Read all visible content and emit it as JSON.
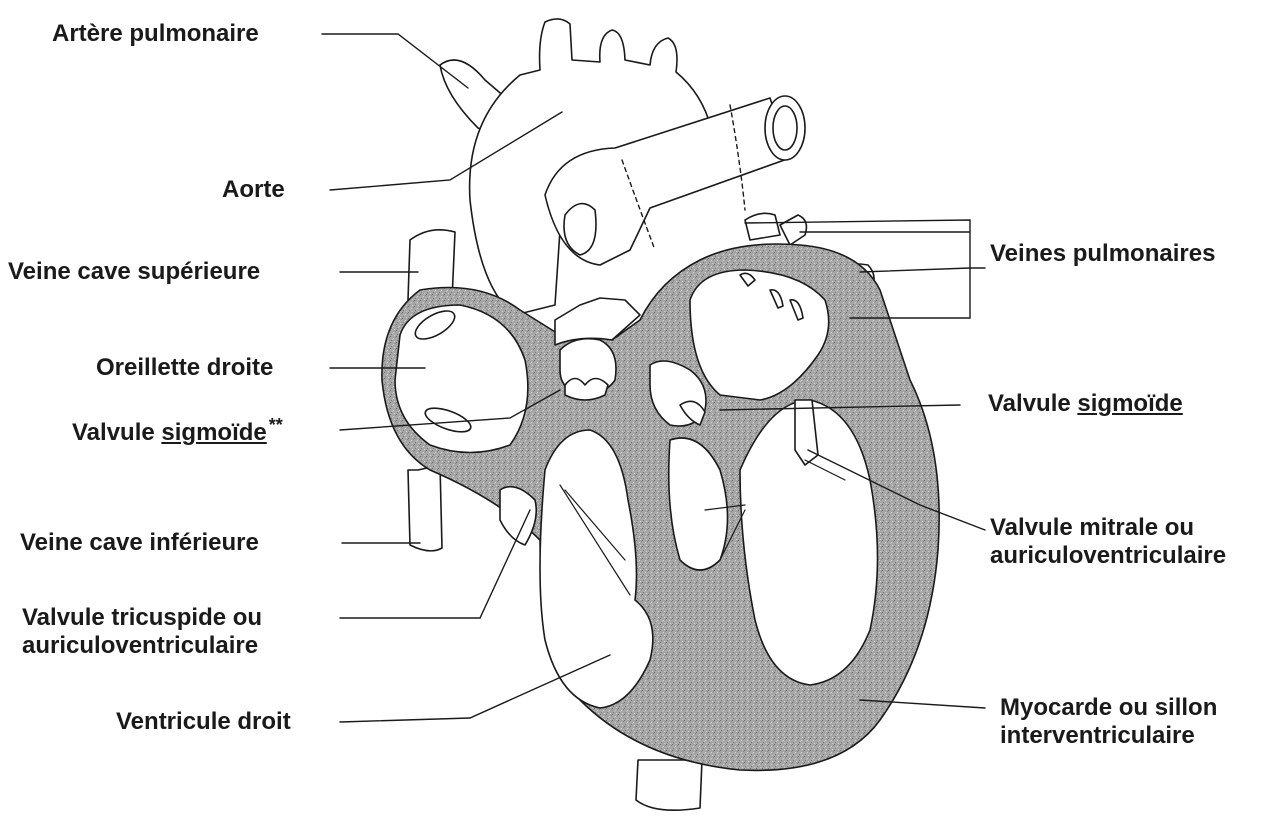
{
  "colors": {
    "ink": "#1a1a1a",
    "muscle": "#a3a3a3",
    "muscle_dark": "#8a8a8a",
    "paper": "#ffffff"
  },
  "labels": {
    "artere_pulmonaire": "Artère pulmonaire",
    "aorte": "Aorte",
    "veine_cave_superieure": "Veine cave supérieure",
    "oreillette_droite": "Oreillette droite",
    "valvule_sigmoide_left_prefix": "Valvule ",
    "valvule_sigmoide_left_word": "sigmoïde",
    "valvule_sigmoide_left_stars": "**",
    "veine_cave_inferieure": "Veine cave inférieure",
    "valvule_tricuspide_line1": "Valvule tricuspide ou",
    "valvule_tricuspide_line2": "auriculoventriculaire",
    "ventricule_droit": "Ventricule droit",
    "veines_pulmonaires": "Veines pulmonaires",
    "valvule_sigmoide_right_prefix": "Valvule ",
    "valvule_sigmoide_right_word": "sigmoïde",
    "valvule_mitrale_line1": "Valvule mitrale ou",
    "valvule_mitrale_line2": "auriculoventriculaire",
    "myocarde_line1": "Myocarde ou sillon",
    "myocarde_line2": "interventriculaire"
  }
}
